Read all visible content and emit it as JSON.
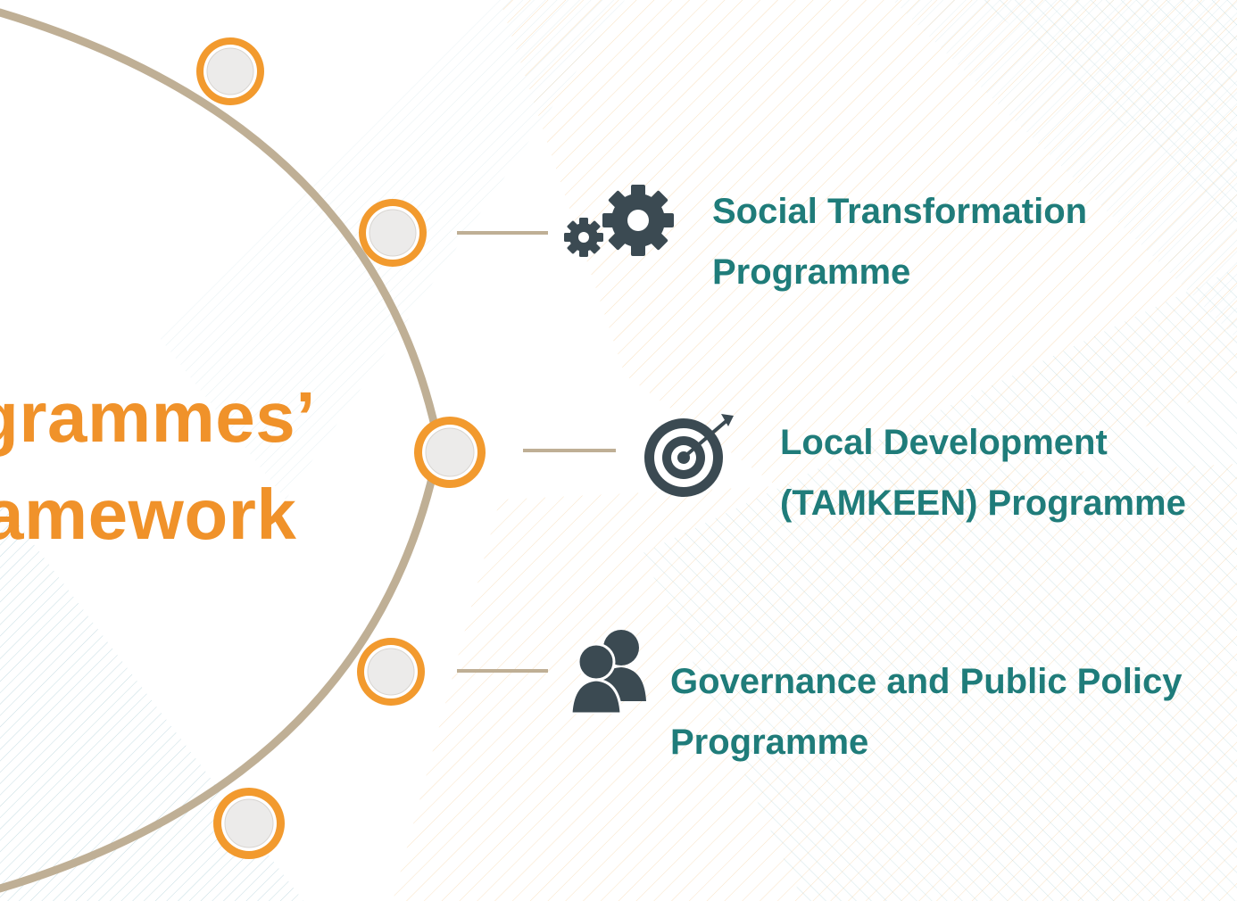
{
  "title": {
    "line1": "grammes’",
    "line2": "amework"
  },
  "programmes": [
    {
      "line1": "Social Transformation",
      "line2": "Programme",
      "icon": "gears-icon"
    },
    {
      "line1": "Local Development",
      "line2": "(TAMKEEN) Programme",
      "icon": "target-icon"
    },
    {
      "line1": "Governance and Public Policy",
      "line2": "Programme",
      "icon": "people-icon"
    }
  ],
  "colors": {
    "accent_orange": "#f0922a",
    "teal_text": "#1f7c7a",
    "arc": "#bfaf95",
    "icon_dark": "#3b4a52",
    "node_fill": "#ecebea"
  }
}
